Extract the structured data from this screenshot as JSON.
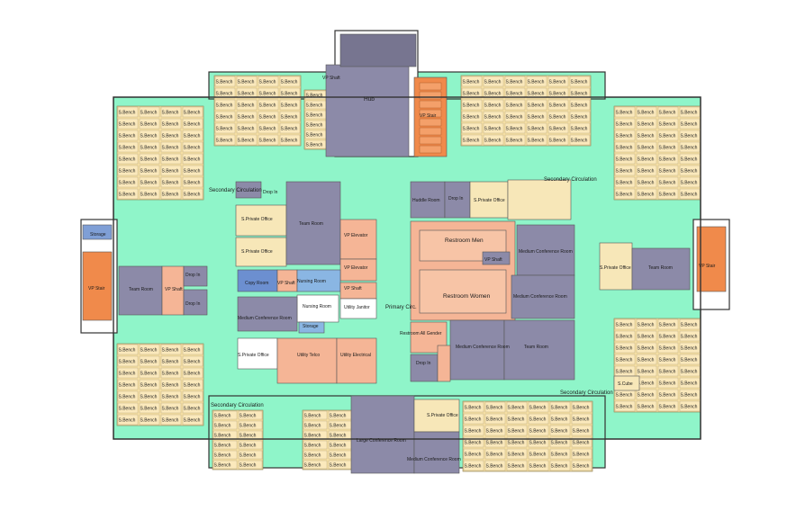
{
  "colors": {
    "circulation": "#8ff5c9",
    "bench": "#f6e0a6",
    "meeting": "#8c8aa8",
    "support": "#f5b596",
    "stair": "#f08a4b",
    "copy": "#6c8fd0",
    "nursing": "#8ab6e3",
    "storage": "#7f9fd6",
    "private": "#f7e7b8",
    "wall": "#333333"
  },
  "labels": {
    "hub": "Hub",
    "vp_shaft": "VP Shaft",
    "vp_stair": "VP Stair",
    "secondary_circulation": "Secondary Circulation",
    "primary_circ": "Primary Circ.",
    "drop_in": "Drop In",
    "team_room": "Team Room",
    "private_office": "S.Private Office",
    "vp_elevator": "VP Elevator",
    "huddle_room": "Huddle Room",
    "restroom_men": "Restroom Men",
    "restroom_women": "Restroom Women",
    "restroom_all_gender": "Restroom All Gender",
    "medium_conference_room": "Medium Conference Room",
    "large_conference_room": "Large Conference Room",
    "copy_room": "Copy Room",
    "nursing_room": "Nursing Room",
    "utility_janitor": "Utility Janitor",
    "utility_telco": "Utility Telco",
    "utility_electrical": "Utility Electrical",
    "storage": "Storage",
    "cube": "S.Cube",
    "bench": "S.Bench"
  },
  "bench_blocks": {
    "top_left": {
      "rows": 6,
      "cols": 4
    },
    "top_center": {
      "rows": 6,
      "cols": 1
    },
    "top_right": {
      "rows": 6,
      "cols": 6
    },
    "left_upper": {
      "rows": 8,
      "cols": 4
    },
    "left_lower": {
      "rows": 7,
      "cols": 4
    },
    "right_upper": {
      "rows": 8,
      "cols": 4
    },
    "right_lower": {
      "rows": 8,
      "cols": 4
    },
    "bottom_left_a": {
      "rows": 6,
      "cols": 2
    },
    "bottom_left_b": {
      "rows": 6,
      "cols": 2
    },
    "bottom_right": {
      "rows": 6,
      "cols": 6
    }
  }
}
